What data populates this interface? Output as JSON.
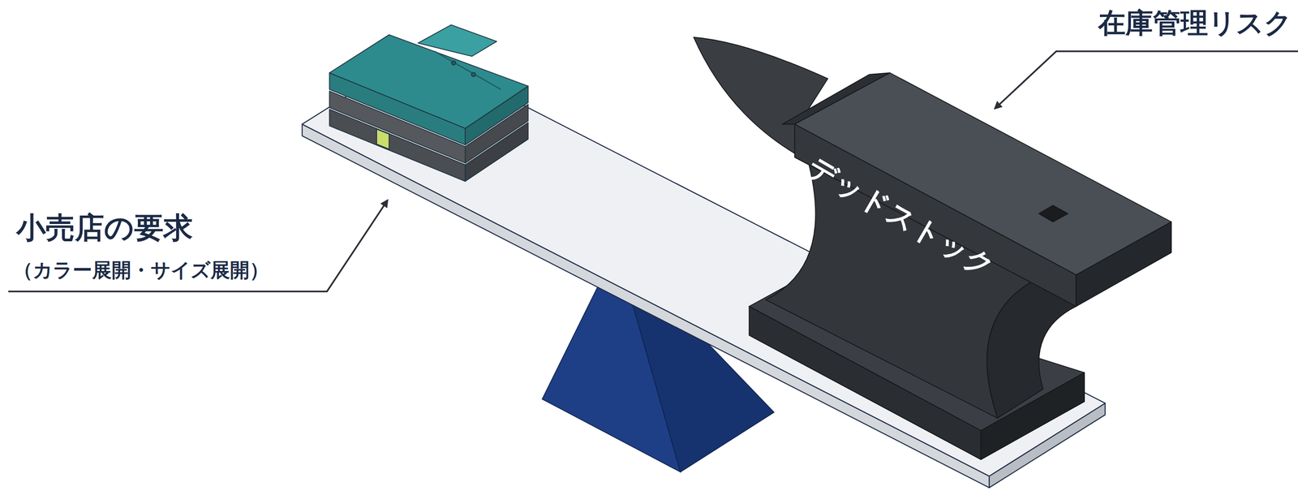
{
  "diagram": {
    "nodes": [
      {
        "text": [
          "デッドストック"
        ]
      }
    ],
    "labels": [
      "在庫管理リスク",
      "小売店の要求",
      "（カラー展開・サイズ展開）"
    ]
  }
}
